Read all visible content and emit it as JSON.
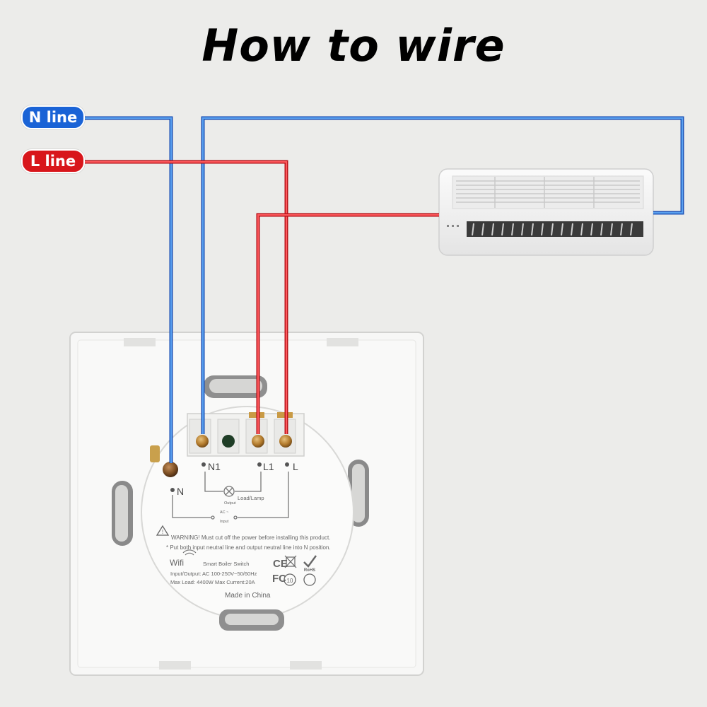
{
  "title": "How to wire",
  "badges": {
    "n_line": "N line",
    "l_line": "L line"
  },
  "terminals": {
    "n1": "N1",
    "l1": "L1",
    "l": "L",
    "n": "N"
  },
  "panel": {
    "load_label": "Load/Lamp",
    "output_label": "Output",
    "ac_label": "AC ~",
    "input_label": "Input",
    "warning_1": "WARNING! Must cut off the power before installing this product.",
    "warning_2": "* Put both input neutral line and output neutral line into N position.",
    "wifi": "Wifi",
    "product": "Smart Boiler Switch",
    "io_spec": "Input/Output: AC 100-250V~50/60Hz",
    "load_spec": "Max Load: 4400W Max Current:20A",
    "made_in": "Made in China",
    "ce": "CE",
    "fc": "FC",
    "rohs": "RoHS",
    "ten": "10"
  },
  "colors": {
    "n_line": "#1a63d6",
    "l_line": "#d8161b",
    "wire_blue": "#3a86e8",
    "wire_red": "#e5343a"
  }
}
